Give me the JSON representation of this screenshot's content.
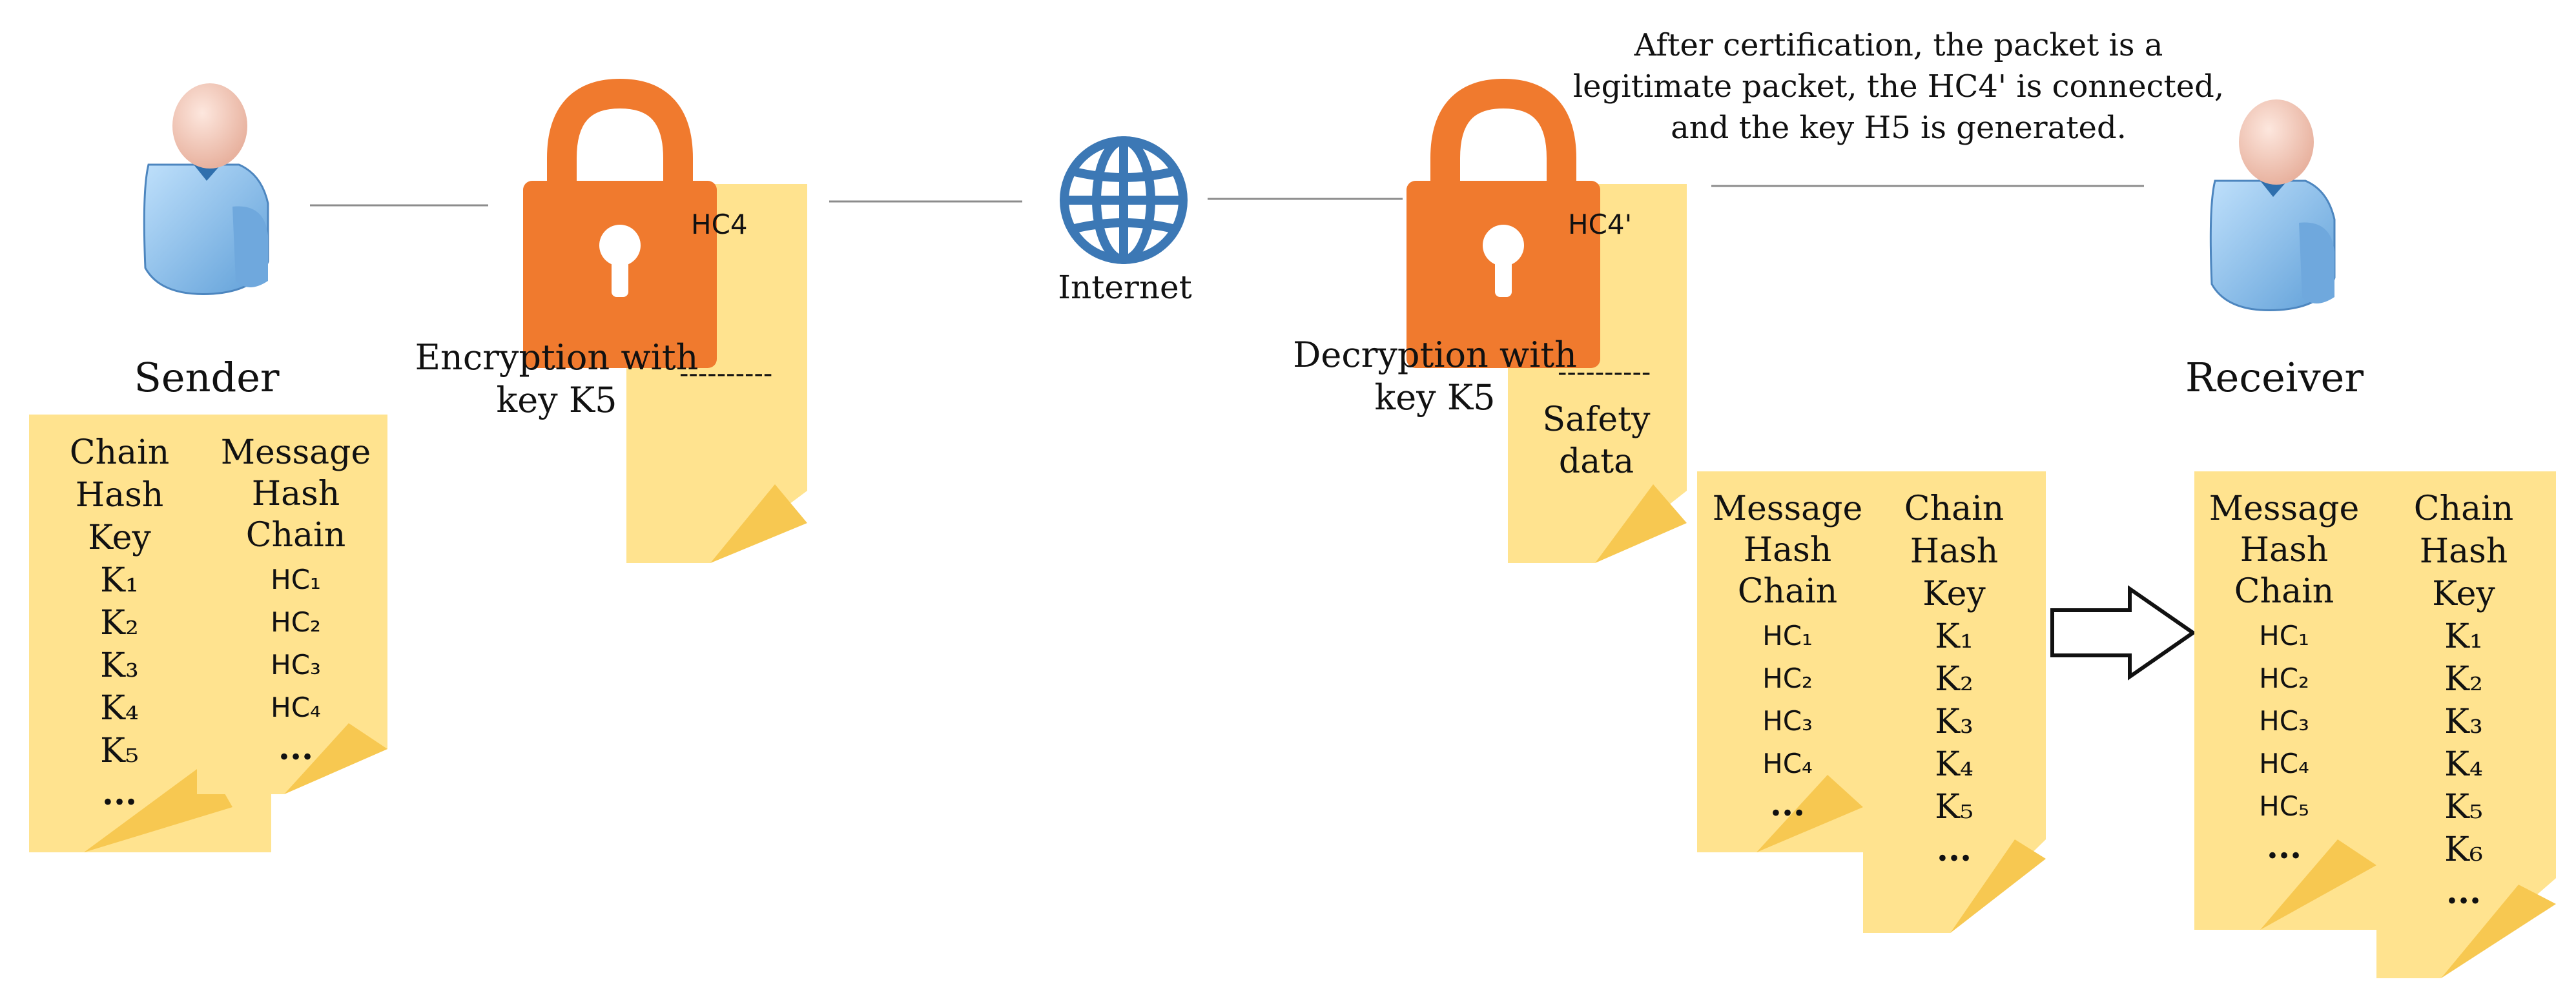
{
  "colors": {
    "note_fill": "#FFE38F",
    "note_fold": "#F7C851",
    "lock_orange": "#F07A2E",
    "line_gray": "#8C8C8C",
    "globe_blue": "#3C78B5",
    "person_blue": "#7FB6E6",
    "text": "#111111"
  },
  "icons": {
    "sender_avatar": "person-icon",
    "receiver_avatar": "person-icon",
    "lock_left": "padlock-icon",
    "lock_right": "padlock-icon",
    "internet": "globe-icon",
    "transfer_arrow": "right-arrow-icon"
  },
  "sender": {
    "label": "Sender",
    "note": {
      "col1": [
        "Chain",
        "Hash",
        "Key",
        "K1",
        "K2",
        "K3",
        "K4",
        "K5",
        "..."
      ],
      "col2": [
        "Message",
        "Hash",
        "Chain",
        "HC1",
        "HC2",
        "HC3",
        "HC4",
        "..."
      ]
    }
  },
  "encryption": {
    "label_line1": "Encryption with",
    "label_line2": "key K5",
    "packet_hc": "HC4",
    "packet_dashes": "----------"
  },
  "internet": {
    "label": "Internet"
  },
  "decryption": {
    "label_line1": "Decryption with",
    "label_line2": "key K5",
    "packet_hc": "HC4'",
    "packet_dashes": "----------",
    "packet_body_line1": "Safety",
    "packet_body_line2": "data"
  },
  "certification_note": {
    "line1": "After certification, the packet is a",
    "line2": "legitimate packet, the HC4' is connected,",
    "line3": "and the key H5 is generated."
  },
  "receiver": {
    "label": "Receiver",
    "before": {
      "col1": [
        "Message",
        "Hash",
        "Chain",
        "HC1",
        "HC2",
        "HC3",
        "HC4",
        "..."
      ],
      "col2": [
        "Chain",
        "Hash",
        "Key",
        "K1",
        "K2",
        "K3",
        "K4",
        "K5",
        "..."
      ]
    },
    "after": {
      "col1": [
        "Message",
        "Hash",
        "Chain",
        "HC1",
        "HC2",
        "HC3",
        "HC4",
        "HC5",
        "..."
      ],
      "col2": [
        "Chain",
        "Hash",
        "Key",
        "K1",
        "K2",
        "K3",
        "K4",
        "K5",
        "K6",
        "..."
      ]
    }
  }
}
